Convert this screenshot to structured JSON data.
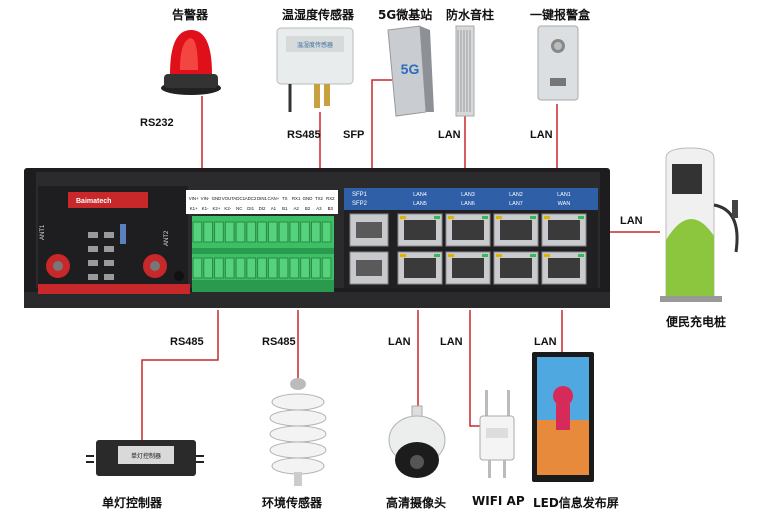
{
  "devices": {
    "alarm": "告警器",
    "th_sensor": "温湿度传感器",
    "base_5g": "5G微基站",
    "speaker": "防水音柱",
    "alarm_box": "一键报警盒",
    "charger": "便民充电桩",
    "lamp_ctrl": "单灯控制器",
    "env_sensor": "环境传感器",
    "camera": "高清摄像头",
    "wifi_ap": "WIFI AP",
    "led_screen": "LED信息发布屏"
  },
  "links": {
    "alarm": "RS232",
    "th_sensor": "RS485",
    "base_5g": "SFP",
    "speaker": "LAN",
    "alarm_box": "LAN",
    "charger": "LAN",
    "lamp_ctrl": "RS485",
    "env_sensor": "RS485",
    "camera": "LAN",
    "wifi_ap": "LAN",
    "led_screen": "LAN"
  },
  "router": {
    "brand": "Baimatech",
    "ant1": "ANT1",
    "ant2": "ANT2",
    "terminal_top": [
      "VIN+",
      "VIN-",
      "GND",
      "VOUT",
      "ADC1",
      "ADC2",
      "DIN1",
      "CAN+",
      "TX",
      "RX1",
      "GND",
      "TX2",
      "RX2"
    ],
    "terminal_bottom": [
      "K1+",
      "K1-",
      "K2+",
      "K2-",
      "NC",
      "DI1",
      "DI2",
      "A1",
      "B1",
      "A2",
      "B2",
      "A3",
      "B3"
    ],
    "sfp1": "SFP1",
    "sfp2": "SFP2",
    "lan_top": [
      "LAN4",
      "LAN3",
      "LAN2",
      "LAN1"
    ],
    "lan_bottom": [
      "LAN5",
      "LAN6",
      "LAN7",
      "WAN"
    ],
    "th_box_text": "温湿度传感器",
    "base_5g_text": "5G",
    "lamp_text": "单灯控制器"
  }
}
